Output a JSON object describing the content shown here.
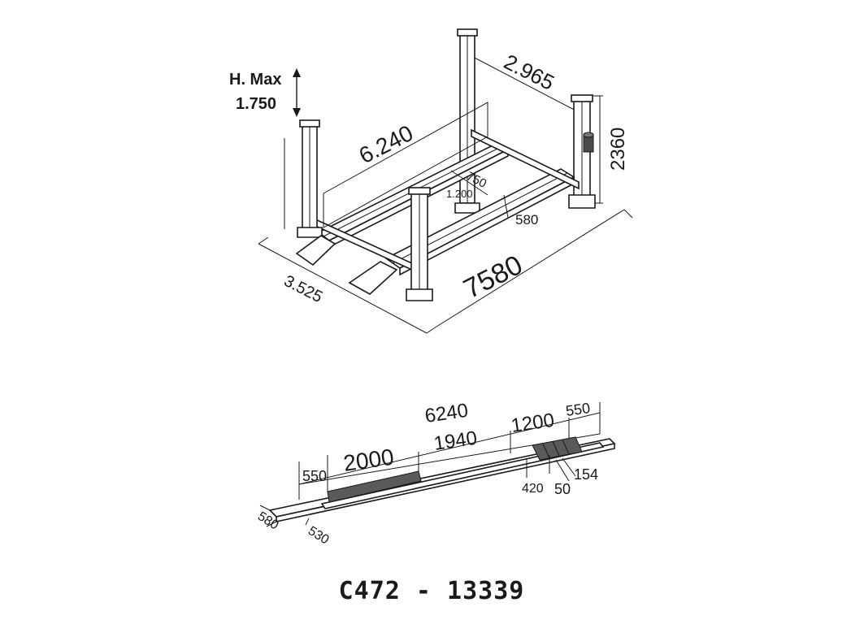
{
  "lift_3d": {
    "height_max_label": "H. Max",
    "height_max_value": "1.750",
    "dim_column_spacing": "2.965",
    "dim_column_height": "2360",
    "dim_runway_length": "6.240",
    "dim_inner_gap_top": "750",
    "dim_inner_gap_bottom": "1.200",
    "dim_runway_width": "580",
    "dim_total_length": "7580",
    "dim_total_width": "3.525"
  },
  "runway_plan": {
    "dim_total": "6240",
    "dim_left_ramp": "550",
    "dim_plate_a": "2000",
    "dim_middle": "1940",
    "dim_plate_b": "1200",
    "dim_right_end": "550",
    "dim_420": "420",
    "dim_50": "50",
    "dim_154": "154",
    "dim_width_580": "580",
    "dim_width_530": "530"
  },
  "caption": "C472 - 13339",
  "colors": {
    "line": "#1a1a1a",
    "plate_fill": "#5a5a5a",
    "background": "#ffffff"
  }
}
